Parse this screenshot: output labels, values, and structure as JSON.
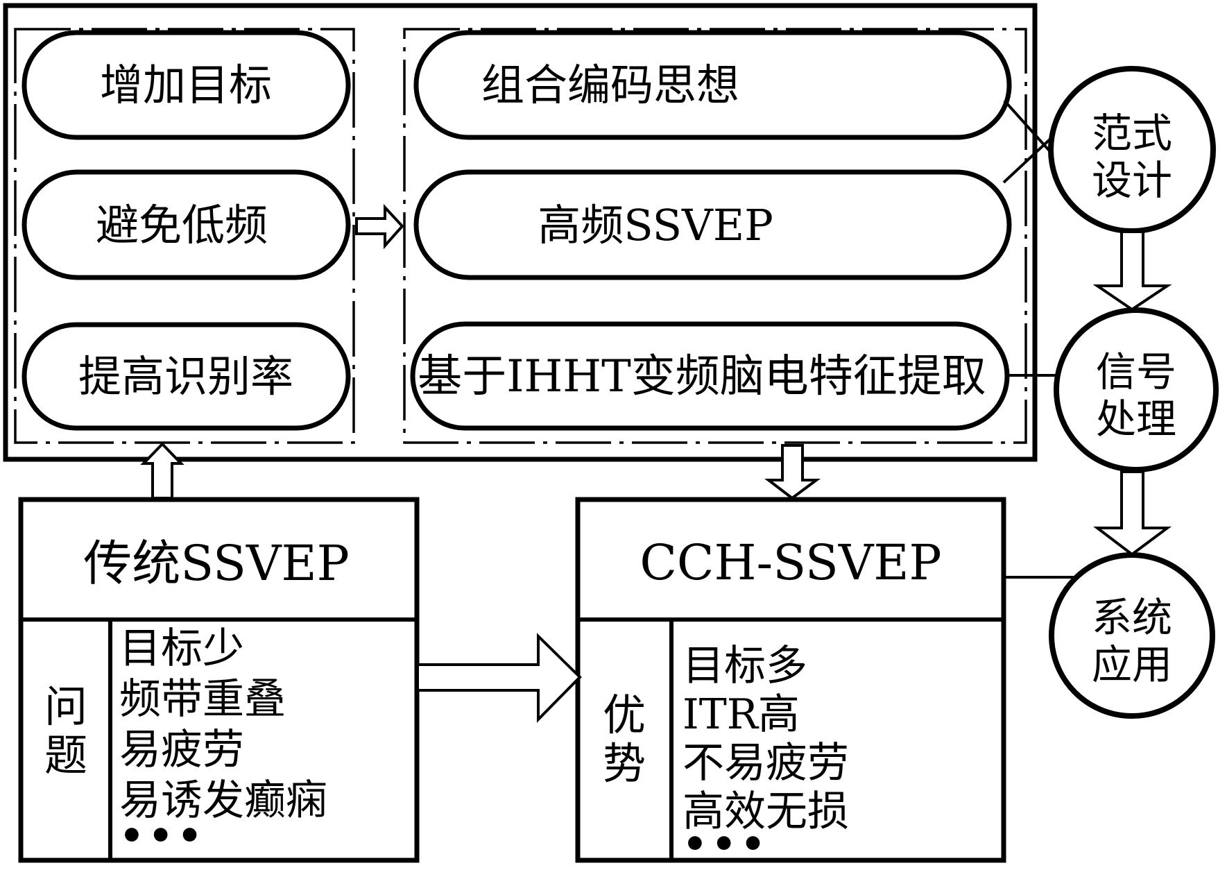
{
  "goals": {
    "pill1": "增加目标",
    "pill2": "避免低频",
    "pill3": "提高识别率"
  },
  "methods": {
    "pill1": "组合编码思想",
    "pill2": "高频SSVEP",
    "pill3": "基于IHHT变频脑电特征提取"
  },
  "stages": {
    "paradigm": {
      "line1": "范式",
      "line2": "设计"
    },
    "signal": {
      "line1": "信号",
      "line2": "处理"
    },
    "system": {
      "line1": "系统",
      "line2": "应用"
    }
  },
  "traditional": {
    "title": "传统SSVEP",
    "label": {
      "char1": "问",
      "char2": "题"
    },
    "items": [
      "目标少",
      "频带重叠",
      "易疲劳",
      "易诱发癫痫",
      "•••"
    ]
  },
  "cch": {
    "title": "CCH-SSVEP",
    "label": {
      "char1": "优",
      "char2": "势"
    },
    "items": [
      "目标多",
      "ITR高",
      "不易疲劳",
      "高效无损",
      "•••"
    ]
  },
  "colors": {
    "ink": "#000000",
    "paper": "#ffffff"
  }
}
